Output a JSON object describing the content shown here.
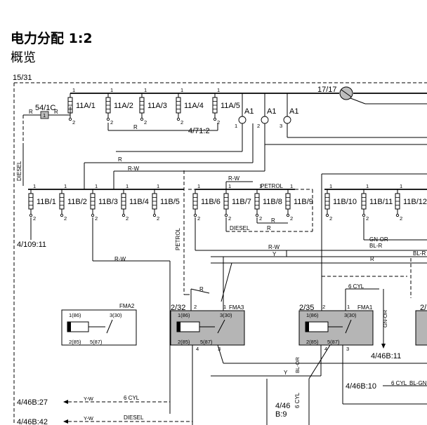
{
  "title": "电力分配 1:2",
  "subtitle": "概览",
  "page_ref": "15/31",
  "ref_17_17": "17/17",
  "a1_label": "A1",
  "a1_pins": [
    "1",
    "2",
    "3"
  ],
  "connector_54_1c": "54/1C",
  "fuses_top": [
    {
      "label": "11A/1",
      "pin_top": "1",
      "pin_bottom": "2"
    },
    {
      "label": "11A/2",
      "pin_top": "1",
      "pin_bottom": "2"
    },
    {
      "label": "11A/3",
      "pin_top": "1",
      "pin_bottom": "2"
    },
    {
      "label": "11A/4",
      "pin_top": "1",
      "pin_bottom": "2"
    },
    {
      "label": "11A/5",
      "pin_top": "1",
      "pin_bottom": "2"
    }
  ],
  "fuses_bottom": [
    {
      "label": "11B/1",
      "pin_top": "1",
      "pin_bottom": "2"
    },
    {
      "label": "11B/2",
      "pin_top": "1",
      "pin_bottom": "2"
    },
    {
      "label": "11B/3",
      "pin_top": "1",
      "pin_bottom": "2"
    },
    {
      "label": "11B/4",
      "pin_top": "1",
      "pin_bottom": "2"
    },
    {
      "label": "11B/5",
      "pin_top": "1",
      "pin_bottom": "2"
    },
    {
      "label": "11B/6",
      "pin_top": "1",
      "pin_bottom": "2"
    },
    {
      "label": "11B/7",
      "pin_top": "1",
      "pin_bottom": "2"
    },
    {
      "label": "11B/8",
      "pin_top": "1",
      "pin_bottom": "2"
    },
    {
      "label": "11B/9",
      "pin_top": "1",
      "pin_bottom": "2"
    },
    {
      "label": "11B/10",
      "pin_top": "1",
      "pin_bottom": "2"
    },
    {
      "label": "11B/11",
      "pin_top": "1",
      "pin_bottom": "2"
    },
    {
      "label": "11B/12",
      "pin_top": "1",
      "pin_bottom": "2"
    }
  ],
  "wire_colors": {
    "r": "R",
    "rw": "R-W",
    "y": "Y",
    "yw": "Y-W",
    "gn_or": "GN-OR",
    "bl_r": "BL-R",
    "bl_or": "BL-OR",
    "bl_gn": "BL-GN"
  },
  "variants": {
    "diesel": "DIESEL",
    "petrol": "PETROL",
    "six_cyl": "6 CYL"
  },
  "refs": {
    "r_4_71_2": "4/71:2",
    "r_4_109_11": "4/109:11",
    "r_4_46b_11": "4/46B:11",
    "r_4_46b_27": "4/46B:27",
    "r_4_46b_42": "4/46B:42",
    "r_4_46b_10": "4/46B:10",
    "r_4_46": "4/46",
    "r_b9": "B:9"
  },
  "relays": [
    {
      "name": "FMA2",
      "ref": "",
      "pins": {
        "p1": "1(86)",
        "p3": "3(30)",
        "p2": "2(85)",
        "p5": "5(87)"
      }
    },
    {
      "name": "FMA3",
      "ref": "2/32",
      "pins": {
        "p1": "1(86)",
        "p3": "3(30)",
        "p2": "2(85)",
        "p5": "5(87)"
      },
      "pin_nums": [
        "2",
        "1",
        "4",
        "3"
      ]
    },
    {
      "name": "FMA1",
      "ref": "2/35",
      "pins": {
        "p1": "1(86)",
        "p3": "3(30)",
        "p2": "2(85)",
        "p5": "5(87)"
      },
      "pin_nums": [
        "2",
        "1",
        "4",
        "3"
      ]
    }
  ],
  "ref_right_cut": "2/"
}
